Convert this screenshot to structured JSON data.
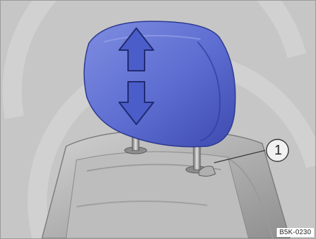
{
  "illustration": {
    "subject": "headrest-adjustment",
    "callout_label": "1",
    "figure_code": "B5K-0230",
    "colors": {
      "background": "#c9c9c9",
      "headrest": "#5f6fd2",
      "headrest_dark": "#3e4bb0",
      "seat": "#b8b8b8",
      "seat_dark": "#8e8e8e",
      "arrow_fill": "#4a5dc9",
      "watermark": "#ededed"
    },
    "icons": [
      "up-arrow-icon",
      "down-arrow-icon",
      "release-button"
    ]
  }
}
